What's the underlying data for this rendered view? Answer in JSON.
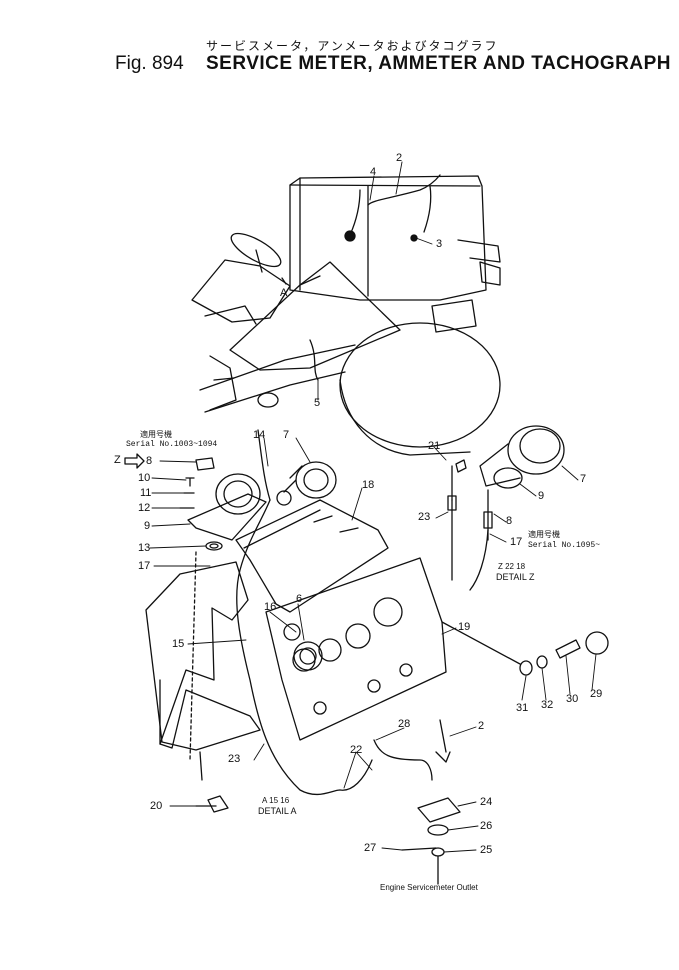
{
  "header": {
    "japanese_title": "サービスメータ，アンメータおよびタコグラフ",
    "figure_number": "Fig. 894",
    "title": "SERVICE METER, AMMETER AND TACHOGRAPH"
  },
  "serial_notes": [
    {
      "jp": "適用号機",
      "range": "Serial No.1003~1094"
    },
    {
      "jp": "適用号機",
      "range": "Serial No.1095~"
    }
  ],
  "details": [
    {
      "refs": "Z  22  18",
      "label": "DETAIL Z"
    },
    {
      "refs": "A  15  16",
      "label": "DETAIL A"
    }
  ],
  "view_markers": {
    "z_arrow": "Z",
    "a_mark": "A"
  },
  "caption_bottom": "Engine Servicemeter Outlet",
  "callouts": [
    "2",
    "4",
    "3",
    "5",
    "14",
    "7",
    "8",
    "10",
    "11",
    "12",
    "9",
    "13",
    "17",
    "18",
    "16",
    "6",
    "15",
    "19",
    "21",
    "7",
    "9",
    "8",
    "23",
    "17",
    "31",
    "32",
    "30",
    "29",
    "28",
    "2",
    "22",
    "23",
    "20",
    "24",
    "26",
    "27",
    "25"
  ]
}
